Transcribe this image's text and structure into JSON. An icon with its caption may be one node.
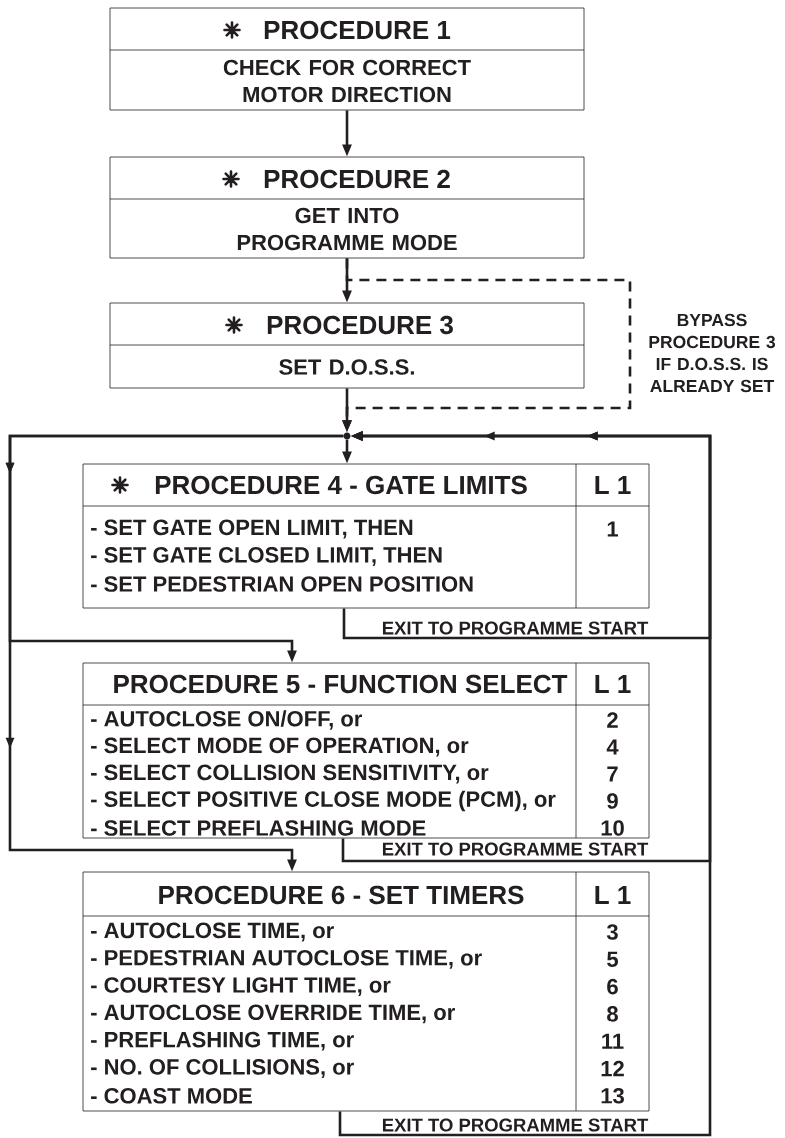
{
  "diagram": {
    "nodes": [
      {
        "text": [
          "PROCEDURE 1",
          "CHECK FOR CORRECT MOTOR DIRECTION"
        ]
      },
      {
        "text": [
          "PROCEDURE 2",
          "GET INTO PROGRAMME MODE"
        ]
      },
      {
        "text": [
          "PROCEDURE 3",
          "SET D.O.S.S."
        ]
      },
      {
        "text": [],
        "shape": "circle"
      },
      {
        "text": [
          "PROCEDURE 4 - GATE LIMITS",
          "L 1",
          "- SET GATE OPEN LIMIT, THEN",
          "- SET GATE CLOSED LIMIT, THEN",
          "- SET PEDESTRIAN OPEN POSITION",
          "1"
        ]
      },
      {
        "text": [
          "PROCEDURE 5 - FUNCTION SELECT",
          "L 1",
          "- AUTOCLOSE ON/OFF, or",
          "- SELECT MODE OF OPERATION, or",
          "- SELECT COLLISION SENSITIVITY, or",
          "- SELECT POSITIVE CLOSE MODE (PCM), or",
          "- SELECT PREFLASHING MODE",
          "2",
          "4",
          "7",
          "9",
          "10"
        ]
      },
      {
        "text": [
          "PROCEDURE 6 - SET TIMERS",
          "L 1",
          "- AUTOCLOSE TIME, or",
          "- PEDESTRIAN AUTOCLOSE TIME, or",
          "- COURTESY LIGHT TIME, or",
          "- AUTOCLOSE OVERRIDE TIME, or",
          "- PREFLASHING TIME, or",
          "- NO. OF COLLISIONS, or",
          "- COAST MODE",
          "3",
          "5",
          "6",
          "8",
          "11",
          "12",
          "13"
        ]
      }
    ],
    "edges": [
      {
        "from": 0,
        "to": 1,
        "arrow": "to"
      },
      {
        "from": 1,
        "to": 2,
        "arrow": "to"
      },
      {
        "from": 2,
        "to": 3,
        "arrow": "to"
      },
      {
        "from": 1,
        "to": 3,
        "arrow": "to",
        "style": "dashed",
        "label": "BYPASS PROCEDURE 3 IF D.O.S.S. IS ALREADY SET"
      },
      {
        "from": 3,
        "to": 4,
        "arrow": "to"
      },
      {
        "from": 3,
        "to": 5,
        "arrow": "to"
      },
      {
        "from": 3,
        "to": 6,
        "arrow": "to"
      },
      {
        "from": 4,
        "to": 3,
        "arrow": "to",
        "label": "EXIT TO PROGRAMME START"
      },
      {
        "from": 5,
        "to": 3,
        "arrow": "to",
        "label": "EXIT TO PROGRAMME START"
      },
      {
        "from": 6,
        "to": 3,
        "arrow": "to",
        "label": "EXIT TO PROGRAMME START"
      }
    ]
  }
}
